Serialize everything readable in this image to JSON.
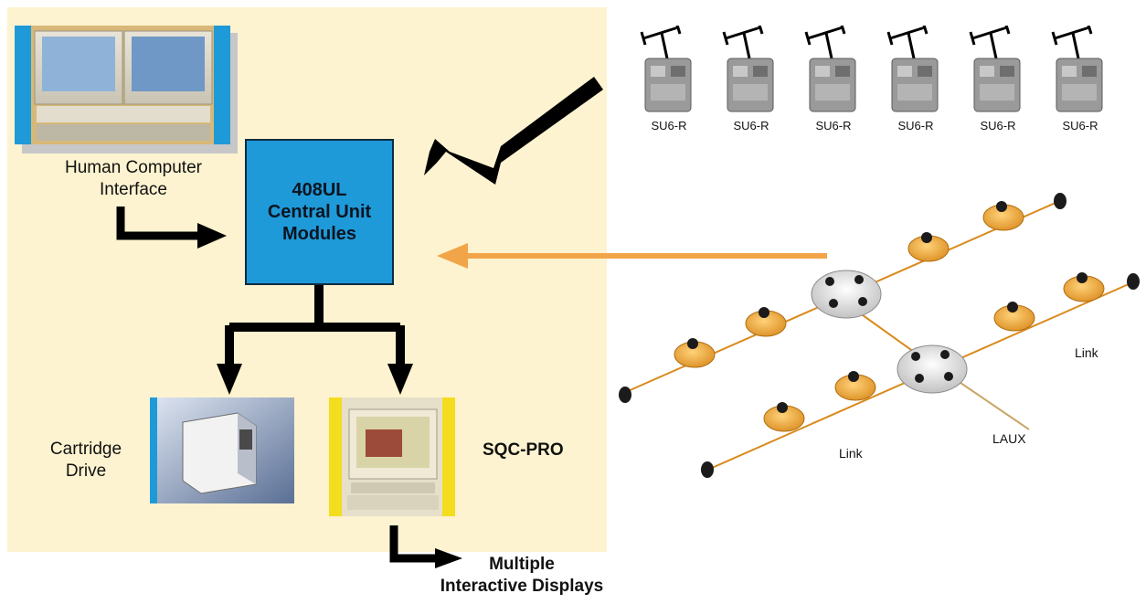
{
  "central_unit": {
    "title": "408UL\nCentral Unit\nModules"
  },
  "hci": {
    "label": "Human Computer\nInterface"
  },
  "cartridge": {
    "label": "Cartridge\nDrive"
  },
  "sqc": {
    "label": "SQC-PRO"
  },
  "displays": {
    "label": "Multiple\nInteractive Displays"
  },
  "field_units": [
    {
      "label": "SU6-R"
    },
    {
      "label": "SU6-R"
    },
    {
      "label": "SU6-R"
    },
    {
      "label": "SU6-R"
    },
    {
      "label": "SU6-R"
    },
    {
      "label": "SU6-R"
    }
  ],
  "network": {
    "link_label_1": "Link",
    "link_label_2": "Link",
    "laux_label": "LAUX"
  },
  "colors": {
    "panel": "#fdf3d0",
    "cu_box": "#1e9ad8",
    "arrow_orange": "#f2a448",
    "accent_yellow": "#f4dc1e",
    "accent_blue": "#1e9ad8"
  }
}
